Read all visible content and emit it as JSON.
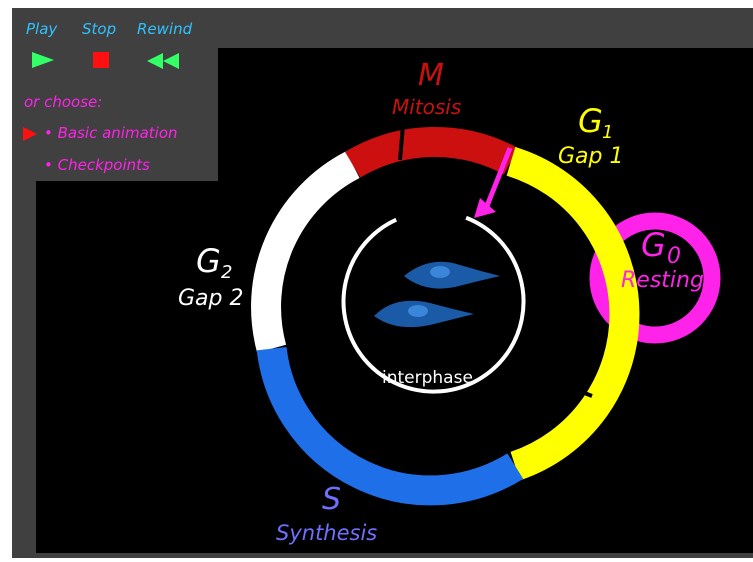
{
  "controls": {
    "play_label": "Play",
    "stop_label": "Stop",
    "rewind_label": "Rewind"
  },
  "menu": {
    "heading": "or choose:",
    "options": [
      {
        "label": "• Basic animation",
        "selected": true
      },
      {
        "label": "• Checkpoints",
        "selected": false
      }
    ]
  },
  "phases": {
    "m": {
      "letter": "M",
      "name": "Mitosis"
    },
    "g1": {
      "letter": "G",
      "sub": "1",
      "name": "Gap 1"
    },
    "g0": {
      "letter": "G",
      "sub": "0",
      "name": "Resting"
    },
    "g2": {
      "letter": "G",
      "sub": "2",
      "name": "Gap 2"
    },
    "s": {
      "letter": "S",
      "name": "Synthesis"
    }
  },
  "center_label": "interphase",
  "colors": {
    "mitosis": "#cc1010",
    "g1": "#ffff00",
    "g0": "#ff22e8",
    "g2": "#ffffff",
    "synthesis": "#1f6fe8",
    "synthesis_label": "#7070ff",
    "controls": "#2fc2ff",
    "play": "#33ff66",
    "stop": "#ff1010",
    "rewind": "#33ff66"
  },
  "icons": {
    "play": "play-icon",
    "stop": "stop-icon",
    "rewind": "rewind-icon",
    "menu_pointer": "pointer-arrow-icon",
    "cell": "cell-icon"
  }
}
